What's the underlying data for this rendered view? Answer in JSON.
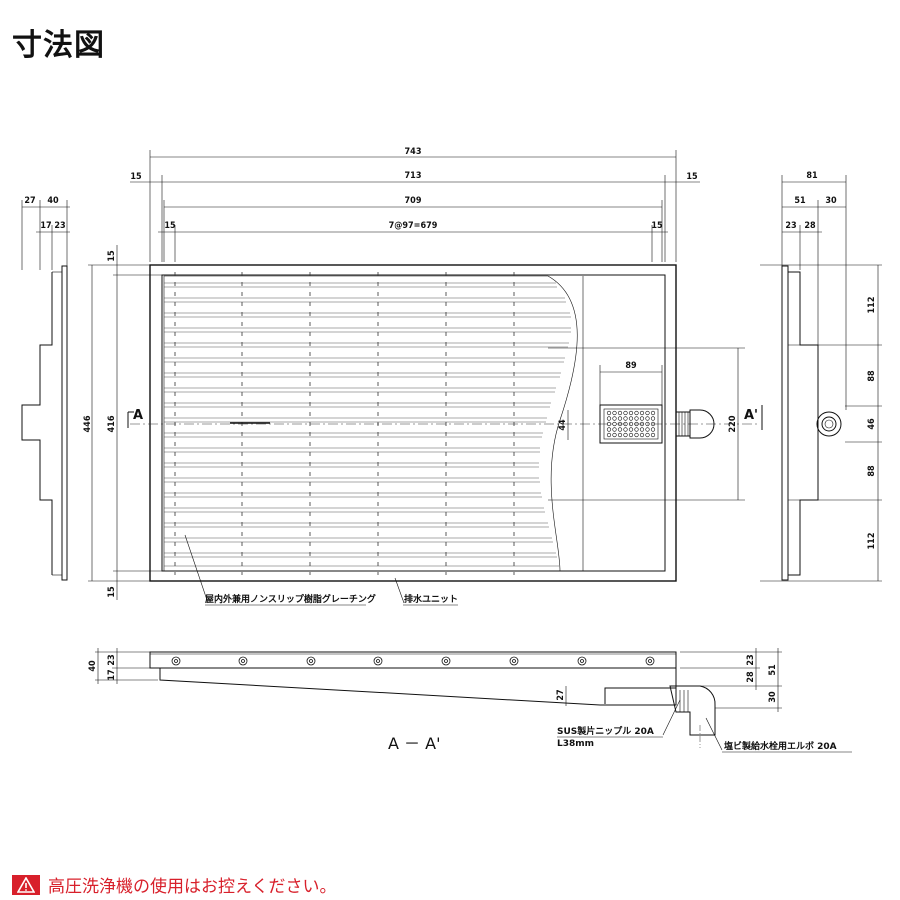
{
  "title": "寸法図",
  "dims": {
    "overall_width": "743",
    "width_713": "713",
    "width_709": "709",
    "pitch_note": "7@97=679",
    "edge_15": "15",
    "left_27": "27",
    "left_40": "40",
    "left_17": "17",
    "left_23": "23",
    "height_446": "446",
    "height_416": "416",
    "top_15": "15",
    "bottom_15": "15",
    "drain_89": "89",
    "drain_44": "44",
    "drain_220": "220",
    "right_81": "81",
    "right_51": "51",
    "right_30": "30",
    "right_23": "23",
    "right_28": "28",
    "right_112a": "112",
    "right_88a": "88",
    "right_46": "46",
    "right_88b": "88",
    "right_112b": "112",
    "sec_40": "40",
    "sec_17": "17",
    "sec_23": "23",
    "sec_27": "27",
    "sec_28": "28",
    "sec_23b": "23",
    "sec_51": "51",
    "sec_30": "30"
  },
  "markers": {
    "a": "A",
    "a_prime": "A'"
  },
  "labels": {
    "grating": "屋内外兼用ノンスリップ樹脂グレーチング",
    "drain_unit": "排水ユニット",
    "nipple": "SUS製片ニップル 20A",
    "nipple_len": "L38mm",
    "elbow": "塩ビ製給水栓用エルボ 20A",
    "section": "A － A'"
  },
  "warning": "高圧洗浄機の使用はお控えください。",
  "colors": {
    "warning": "#d8202b",
    "line": "#111111"
  },
  "icons": {
    "warning": "warning-triangle-icon"
  }
}
